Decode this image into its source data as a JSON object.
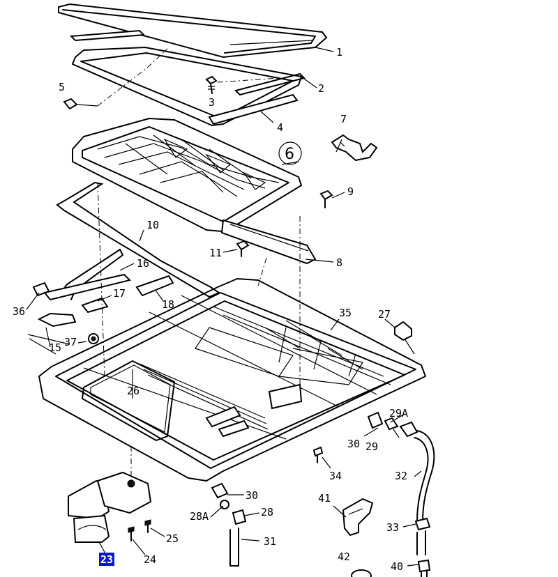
{
  "callouts": {
    "c1": "1",
    "c2": "2",
    "c3": "3",
    "c4": "4",
    "c5": "5",
    "c6": "6",
    "c7": "7",
    "c8": "8",
    "c9": "9",
    "c10": "10",
    "c11": "11",
    "c15": "15",
    "c16": "16",
    "c17": "17",
    "c18": "18",
    "c23": "23",
    "c24": "24",
    "c25": "25",
    "c26": "26",
    "c27": "27",
    "c28": "28",
    "c28a": "28A",
    "c29": "29",
    "c29a": "29A",
    "c30a": "30",
    "c30b": "30",
    "c31": "31",
    "c32": "32",
    "c33": "33",
    "c34": "34",
    "c35": "35",
    "c36": "36",
    "c37": "37",
    "c40": "40",
    "c41": "41",
    "c42": "42"
  },
  "highlighted_callout": "23",
  "colors": {
    "highlight_background": "#0a18c8",
    "highlight_text": "#ffffff",
    "line": "#000000"
  }
}
